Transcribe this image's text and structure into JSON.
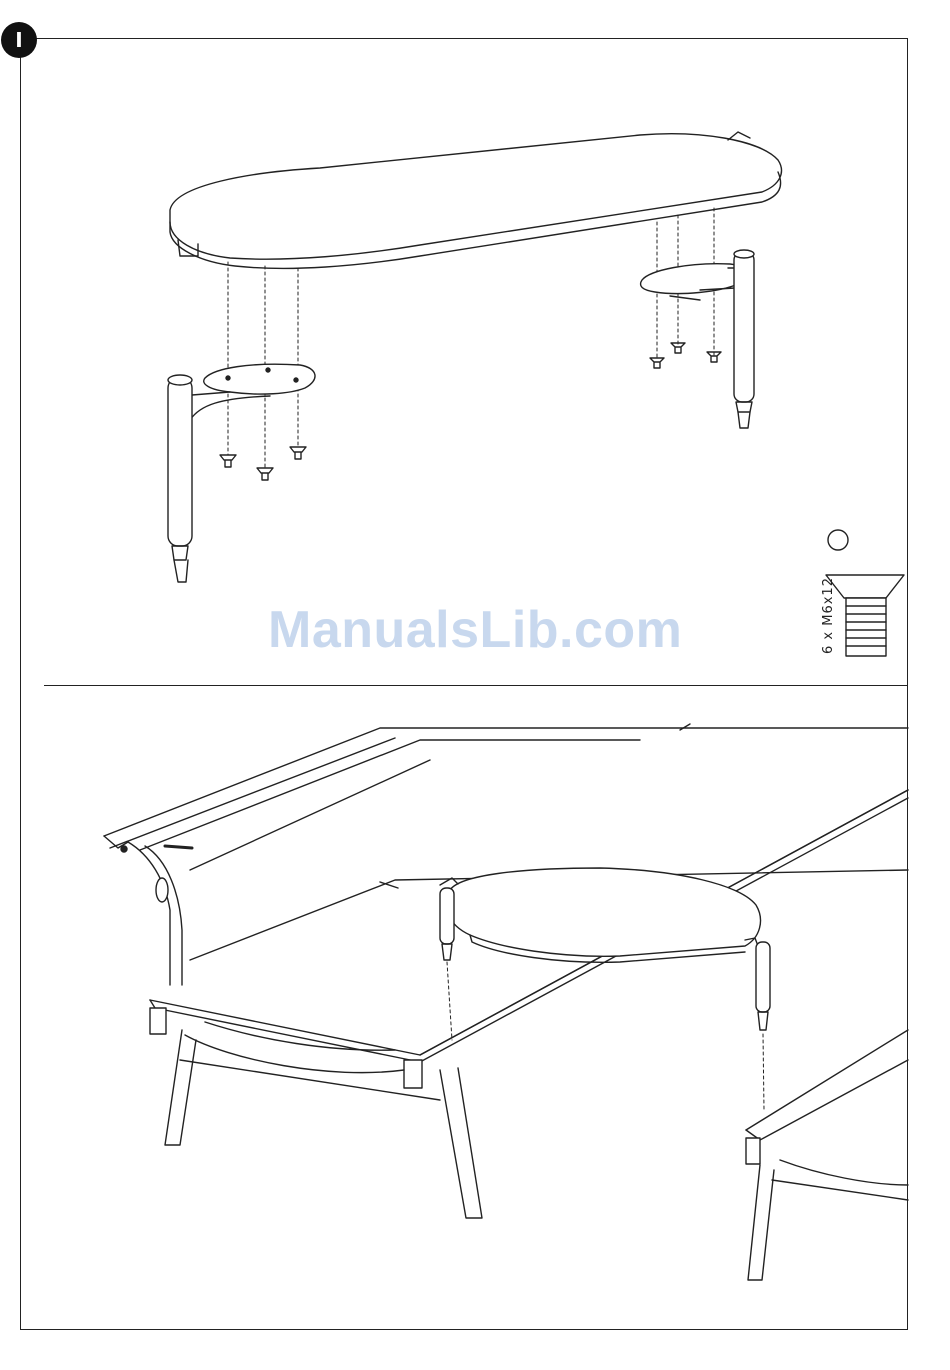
{
  "step": {
    "badge": "I"
  },
  "watermark": {
    "text": "ManualsLib.com"
  },
  "hardware": {
    "quantity_label": "6 x M6x12",
    "icon": "countersunk-screw-icon"
  },
  "icons": {
    "hardware_counter": "empty-circle-icon"
  }
}
